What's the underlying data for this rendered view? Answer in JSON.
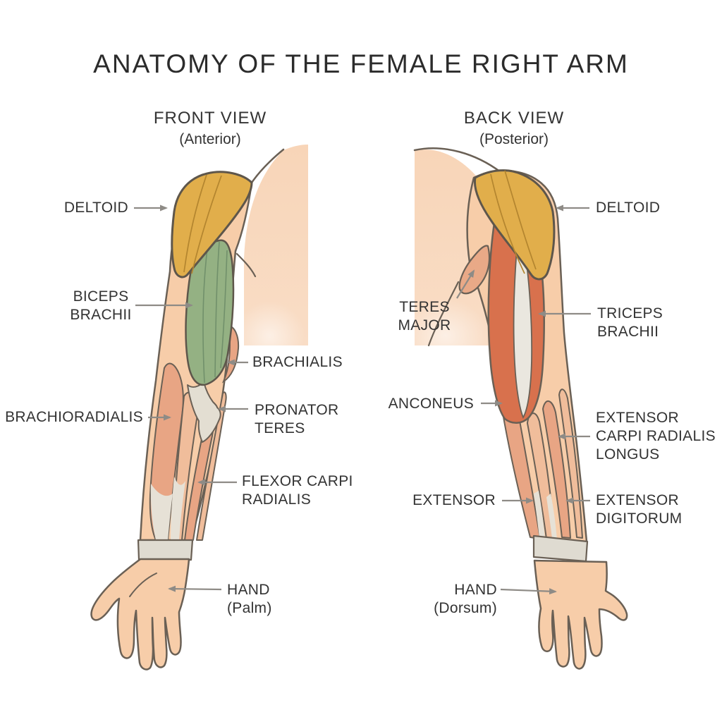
{
  "title": "ANATOMY OF THE FEMALE RIGHT ARM",
  "views": {
    "front": {
      "heading": "FRONT VIEW",
      "subheading": "(Anterior)"
    },
    "back": {
      "heading": "BACK VIEW",
      "subheading": "(Posterior)"
    }
  },
  "labels": {
    "front_deltoid": "DELTOID",
    "front_biceps": "BICEPS\nBRACHII",
    "front_brachialis": "BRACHIALIS",
    "front_brachioradialis": "BRACHIORADIALIS",
    "front_pronator": "PRONATOR\nTERES",
    "front_flexor": "FLEXOR CARPI\nRADIALIS",
    "front_hand": "HAND\n(Palm)",
    "back_deltoid": "DELTOID",
    "back_teres": "TERES\nMAJOR",
    "back_triceps": "TRICEPS\nBRACHII",
    "back_anconeus": "ANCONEUS",
    "back_ecrl": "EXTENSOR\nCARPI RADIALIS\nLONGUS",
    "back_extensor": "EXTENSOR",
    "back_ext_digitorum": "EXTENSOR\nDIGITORUM",
    "back_hand": "HAND\n(Dorsum)"
  },
  "colors": {
    "deltoid": "#e1ae4b",
    "biceps_brachii": "#94b183",
    "triceps_brachii": "#d8714d",
    "forearm_muscle": "#e8a584",
    "tendon": "#e3ded2",
    "skin": "#f7cda9",
    "torso": "#f8d8be",
    "outline": "#6a6055",
    "arrow": "#8e8b86",
    "text": "#333333"
  }
}
